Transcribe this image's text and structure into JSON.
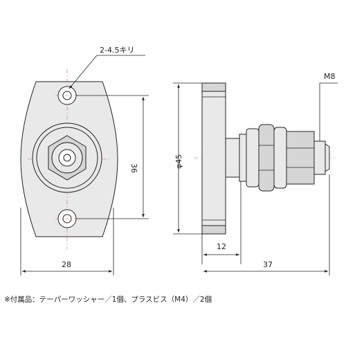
{
  "labels": {
    "hole_callout": "2-4.5キリ",
    "dim_hole_pitch": "36",
    "dim_width": "28",
    "dim_diameter": "φ45",
    "dim_thread": "M8",
    "dim_flange_depth": "12",
    "dim_total_length": "37",
    "note": "※付属品：テーパーワッシャー／1個、プラスビス（M4）／2個"
  }
}
